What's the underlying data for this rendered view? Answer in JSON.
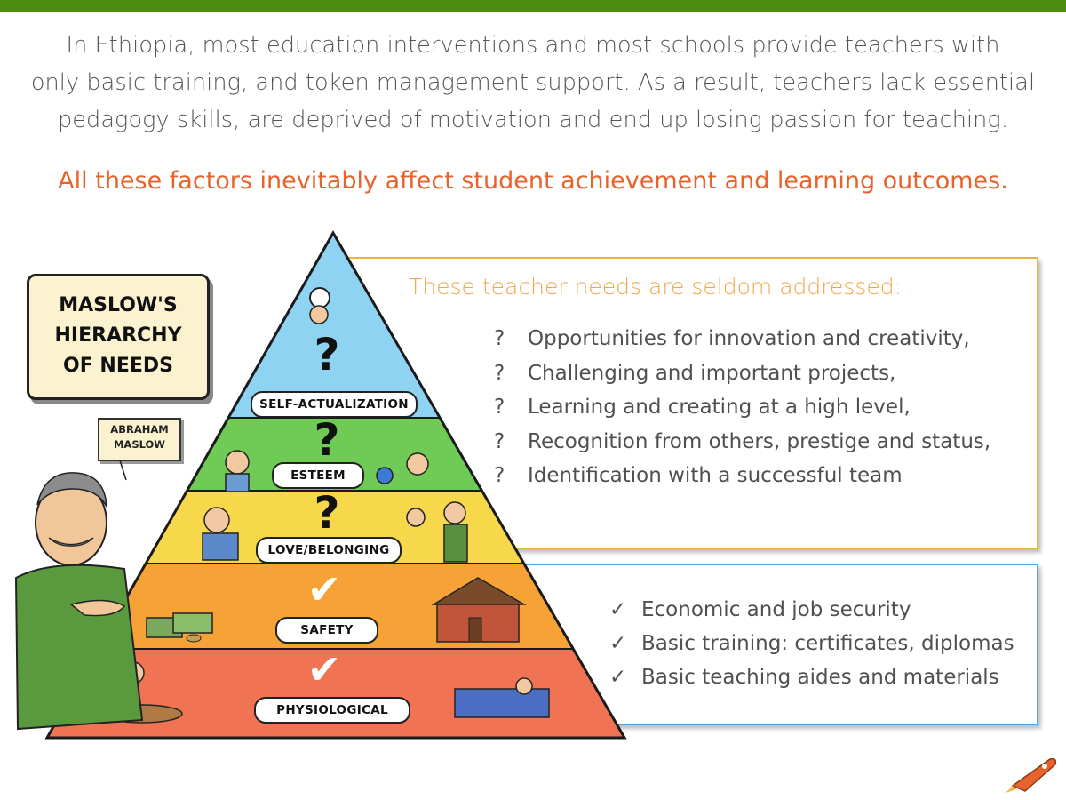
{
  "colors": {
    "top_bar": "#4a8d0f",
    "headline": "#e8632c",
    "needs_box_border": "#e9b43c",
    "met_box_border": "#5aa0d9",
    "level_self_actualization": "#8fd3f2",
    "level_esteem": "#6fcb55",
    "level_love_belonging": "#f7d84a",
    "level_safety": "#f6a236",
    "level_physiological": "#f07353"
  },
  "intro": {
    "line1": "In Ethiopia, most education interventions and most schools provide teachers with",
    "line2": "only basic training, and token management support. As a result, teachers lack essential",
    "line3": "pedagogy skills, are deprived of motivation and end up losing passion for teaching."
  },
  "headline": "All these factors inevitably affect student achievement and learning outcomes.",
  "maslow_box": {
    "line1": "MASLOW'S",
    "line2": "HIERARCHY",
    "line3": "OF NEEDS"
  },
  "abraham_tag": {
    "line1": "ABRAHAM",
    "line2": "MASLOW"
  },
  "pyramid": {
    "levels": [
      {
        "label": "SELF-ACTUALIZATION",
        "mark": "?"
      },
      {
        "label": "ESTEEM",
        "mark": "?"
      },
      {
        "label": "LOVE/BELONGING",
        "mark": "?"
      },
      {
        "label": "SAFETY",
        "mark": "✔"
      },
      {
        "label": "PHYSIOLOGICAL",
        "mark": "✔"
      }
    ]
  },
  "unmet_needs": {
    "title": "These teacher needs are seldom addressed:",
    "bullet": "?",
    "items": [
      "Opportunities for innovation and creativity,",
      "Challenging and important projects,",
      "Learning and creating at a high level,",
      "Recognition from others, prestige and status,",
      "Identification with a successful team"
    ]
  },
  "met_needs": {
    "bullet": "✓",
    "items": [
      "Economic and job security",
      "Basic training: certificates, diplomas",
      "Basic teaching aides and materials"
    ]
  },
  "icons": [
    "rocket-icon",
    "check-icon",
    "question-icon"
  ]
}
